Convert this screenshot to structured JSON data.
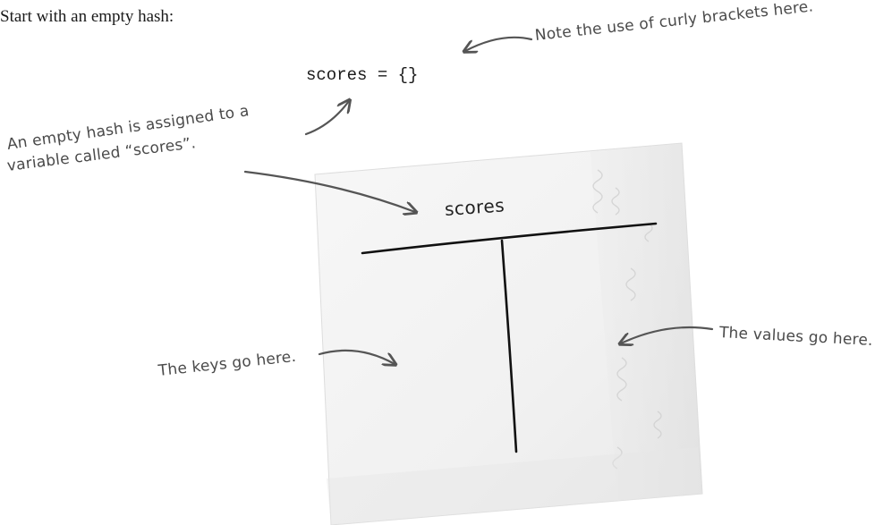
{
  "intro_text": "Start with an empty hash:",
  "code_line": "scores = {}",
  "annotations": {
    "curly_note": "Note the use of curly brackets here.",
    "empty_hash_line1": "An empty hash is assigned to a",
    "empty_hash_line2": "variable called “scores”.",
    "keys_note": "The keys go here.",
    "values_note": "The values go here."
  },
  "napkin": {
    "title": "scores"
  },
  "colors": {
    "annotation": "#4a4a4a",
    "napkin": "#f4f4f4",
    "ink": "#111111"
  }
}
